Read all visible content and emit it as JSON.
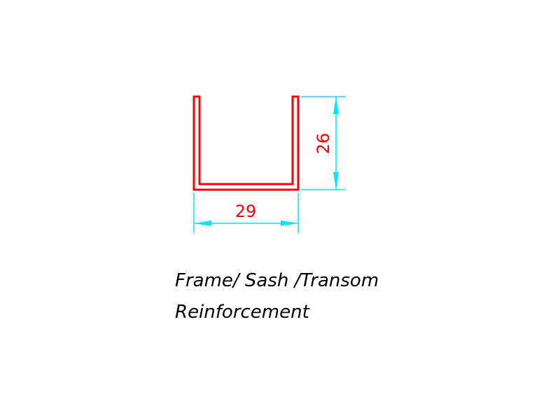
{
  "colors": {
    "profile": "#ff0000",
    "dimension": "#00e5ff",
    "dimension_text": "#ff0000",
    "caption": "#000000"
  },
  "dimensions": {
    "width_label": "29",
    "height_label": "26"
  },
  "caption": {
    "line1": "Frame/ Sash /Transom",
    "line2": "Reinforcement"
  }
}
